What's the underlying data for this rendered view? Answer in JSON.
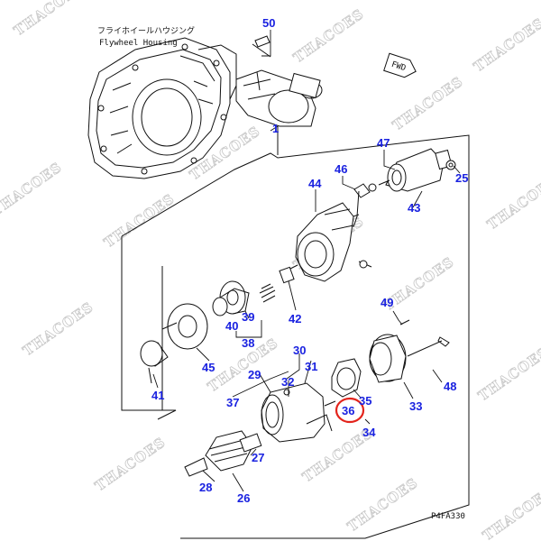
{
  "title": {
    "japanese": "フライホイールハウジング",
    "english": "Flywheel Housing"
  },
  "direction_tag": "FWD",
  "drawing_code": "P4FA330",
  "watermark_text": "THACOES",
  "highlighted_part": "36",
  "colors": {
    "part_number": "#1a22e0",
    "highlight": "#e3241c",
    "watermark": "#c8c8c8",
    "line": "#111111"
  },
  "parts": [
    {
      "number": "50"
    },
    {
      "number": "1"
    },
    {
      "number": "47"
    },
    {
      "number": "46"
    },
    {
      "number": "25"
    },
    {
      "number": "44"
    },
    {
      "number": "43"
    },
    {
      "number": "39"
    },
    {
      "number": "40"
    },
    {
      "number": "42"
    },
    {
      "number": "38"
    },
    {
      "number": "49"
    },
    {
      "number": "45"
    },
    {
      "number": "30"
    },
    {
      "number": "31"
    },
    {
      "number": "29"
    },
    {
      "number": "32"
    },
    {
      "number": "48"
    },
    {
      "number": "41"
    },
    {
      "number": "37"
    },
    {
      "number": "35"
    },
    {
      "number": "33"
    },
    {
      "number": "36"
    },
    {
      "number": "34"
    },
    {
      "number": "27"
    },
    {
      "number": "28"
    },
    {
      "number": "26"
    }
  ]
}
